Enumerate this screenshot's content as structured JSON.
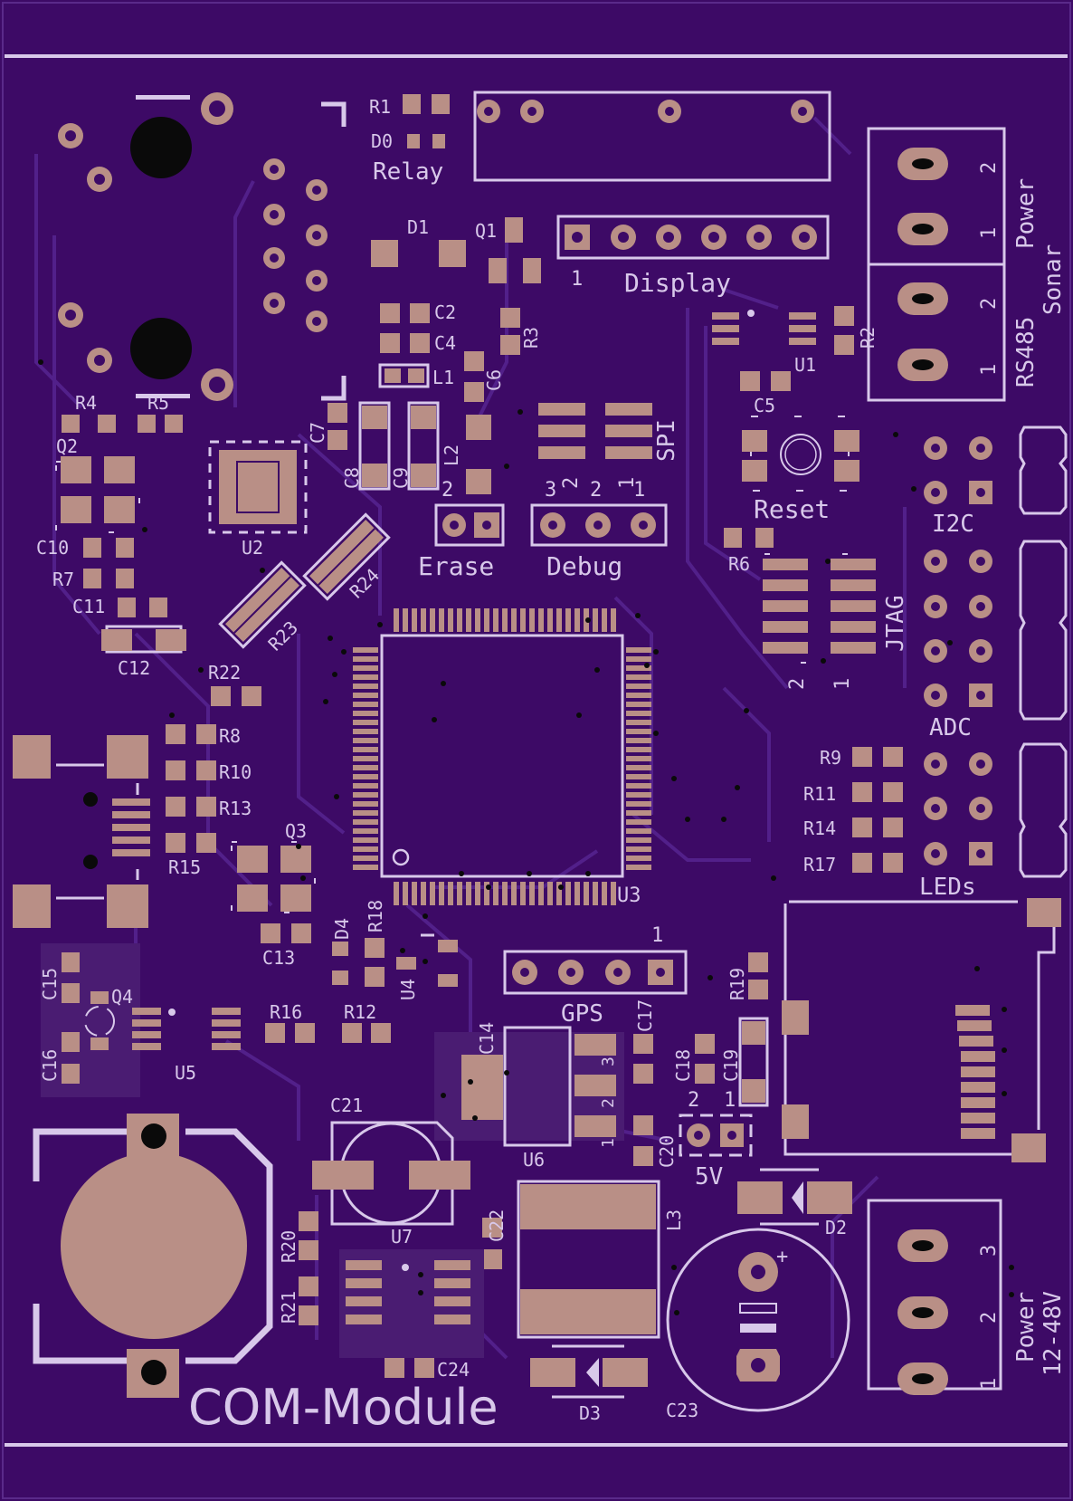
{
  "board": {
    "title": "COM-Module",
    "colors": {
      "substrate": "#3d0a66",
      "trace": "#52208a",
      "silk": "#d8c8ea",
      "pad": "#b98f86",
      "via": "#111111"
    }
  },
  "headers": {
    "relay": "Relay",
    "display": "Display",
    "display_pin1": "1",
    "spi": "SPI",
    "spi_pins": [
      "3",
      "2",
      "1"
    ],
    "erase": "Erase",
    "erase_pin": "2",
    "debug": "Debug",
    "debug_pins": [
      "3",
      "2",
      "1"
    ],
    "reset": "Reset",
    "jtag": "JTAG",
    "jtag_pins": [
      "2",
      "1"
    ],
    "i2c": "I2C",
    "adc": "ADC",
    "leds": "LEDs",
    "gps": "GPS",
    "gps_pin": "1",
    "five_v": "5V",
    "five_v_pins": [
      "2",
      "1"
    ]
  },
  "terminals": {
    "power_sonar": {
      "line1": "Power",
      "line2": "Sonar",
      "pins": [
        "2",
        "1"
      ]
    },
    "rs485": {
      "label": "RS485",
      "pins": [
        "2",
        "1"
      ]
    },
    "power_in": {
      "line1": "Power",
      "line2": "12-48V",
      "pins": [
        "3",
        "2",
        "1"
      ]
    }
  },
  "designators": {
    "R1": "R1",
    "D0": "D0",
    "D1": "D1",
    "Q1": "Q1",
    "R2": "R2",
    "R3": "R3",
    "C2": "C2",
    "C4": "C4",
    "L1": "L1",
    "C6": "C6",
    "C5": "C5",
    "U1": "U1",
    "R4": "R4",
    "R5": "R5",
    "Q2": "Q2",
    "C7": "C7",
    "C8": "C8",
    "C9": "C9",
    "L2": "L2",
    "U2": "U2",
    "C10": "C10",
    "R7": "R7",
    "C11": "C11",
    "C12": "C12",
    "R22": "R22",
    "R23": "R23",
    "R24": "R24",
    "R6": "R6",
    "R8": "R8",
    "R10": "R10",
    "R13": "R13",
    "R15": "R15",
    "Q3": "Q3",
    "C13": "C13",
    "D4": "D4",
    "R18": "R18",
    "U4": "U4",
    "U3": "U3",
    "R9": "R9",
    "R11": "R11",
    "R14": "R14",
    "R17": "R17",
    "R19": "R19",
    "C15": "C15",
    "Q4": "Q4",
    "C16": "C16",
    "U5": "U5",
    "R16": "R16",
    "R12": "R12",
    "C14": "C14",
    "C17": "C17",
    "C18": "C18",
    "C19": "C19",
    "U6": "U6",
    "U6_pins": [
      "3",
      "2",
      "1"
    ],
    "C20": "C20",
    "C21": "C21",
    "U7": "U7",
    "R20": "R20",
    "R21": "R21",
    "C22": "C22",
    "L3": "L3",
    "D2": "D2",
    "C24": "C24",
    "D3": "D3",
    "C23": "C23",
    "plus": "+"
  }
}
